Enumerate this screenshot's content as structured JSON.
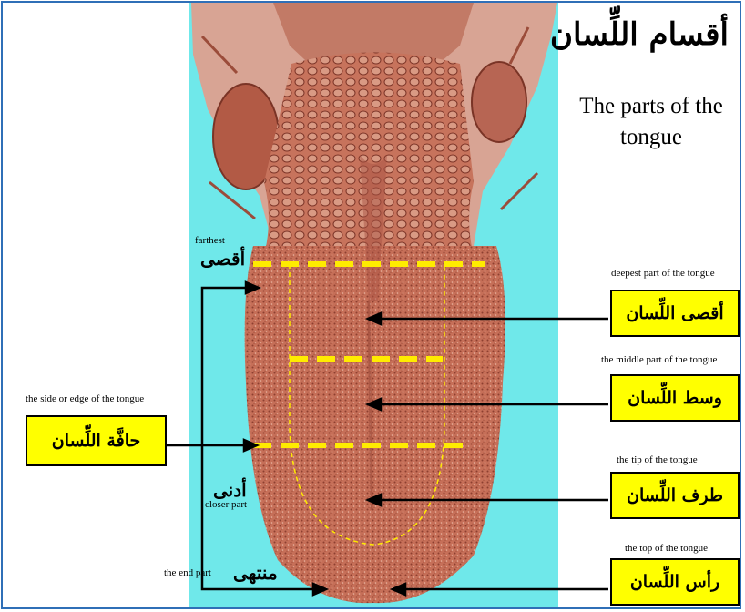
{
  "title": {
    "arabic": "أقسام اللِّسان",
    "english": "The parts of the tongue"
  },
  "left_labels": {
    "farthest_en": "farthest",
    "farthest_ar": "أقصى",
    "closer_ar": "أدنى",
    "closer_en": "closer part",
    "end_en": "the end part",
    "end_ar": "منتهى"
  },
  "side": {
    "caption": "the side or edge of the tongue",
    "label": "حافَّة اللِّسان"
  },
  "parts": [
    {
      "caption": "deepest part of the tongue",
      "label": "أقصى اللِّسان"
    },
    {
      "caption": "the middle part of the tongue",
      "label": "وسط اللِّسان"
    },
    {
      "caption": "the tip of the tongue",
      "label": "طرف اللِّسان"
    },
    {
      "caption": "the top of the tongue",
      "label": "رأس اللِّسان"
    }
  ],
  "colors": {
    "background_panel": "#6fe8ea",
    "label_box": "#ffff00",
    "dashed_lines": "#ffeb00",
    "tongue": "#c9705a",
    "frame": "#2f6fb7"
  }
}
